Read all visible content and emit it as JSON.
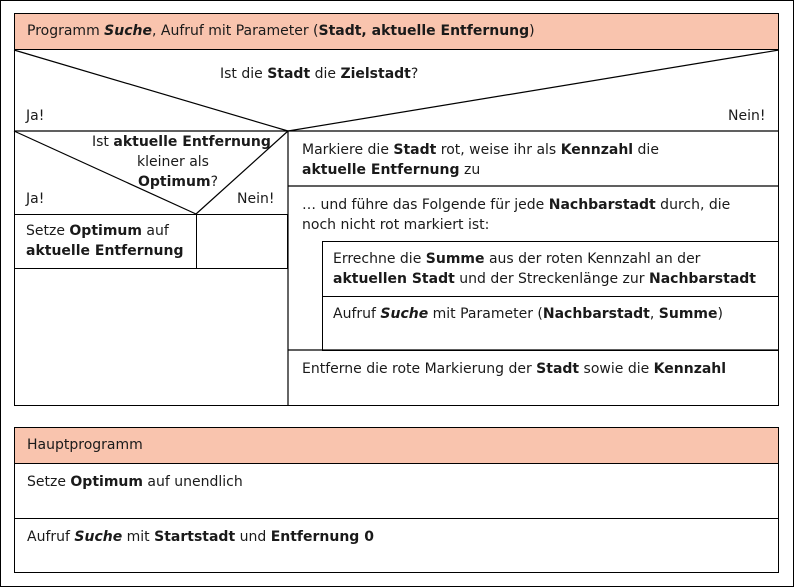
{
  "suche": {
    "header": [
      "Programm ",
      {
        "i": "Suche"
      },
      ", Aufruf mit Parameter (",
      {
        "b": "Stadt, aktuelle Entfernung"
      },
      ")"
    ],
    "cond1": {
      "question": [
        "Ist die ",
        {
          "b": "Stadt"
        },
        " die ",
        {
          "b": "Zielstadt"
        },
        "?"
      ],
      "yes": "Ja!",
      "no": "Nein!"
    },
    "cond2": {
      "line1": [
        "Ist ",
        {
          "b": "aktuelle Entfernung"
        }
      ],
      "line2": [
        "kleiner als"
      ],
      "line3": [
        {
          "b": "Optimum"
        },
        "?"
      ],
      "yes": "Ja!",
      "no": "Nein!"
    },
    "set_optimum": {
      "line1": [
        "Setze ",
        {
          "b": "Optimum"
        },
        " auf"
      ],
      "line2": [
        {
          "b": "aktuelle Entfernung"
        }
      ]
    },
    "markiere": {
      "line1": [
        "Markiere die ",
        {
          "b": "Stadt"
        },
        " rot, weise ihr als ",
        {
          "b": "Kennzahl"
        },
        " die"
      ],
      "line2": [
        {
          "b": "aktuelle Entfernung"
        },
        " zu"
      ]
    },
    "loop": {
      "line1": [
        "… und führe das Folgende für jede ",
        {
          "b": "Nachbarstadt"
        },
        " durch, die"
      ],
      "line2": [
        "noch nicht rot markiert ist:"
      ]
    },
    "errechne": {
      "line1": [
        "Errechne die ",
        {
          "b": "Summe"
        },
        " aus der roten Kennzahl an der"
      ],
      "line2": [
        {
          "b": "aktuellen Stadt"
        },
        " und der Streckenlänge zur ",
        {
          "b": "Nachbarstadt"
        }
      ]
    },
    "aufruf": [
      "Aufruf ",
      {
        "i": "Suche"
      },
      " mit Parameter (",
      {
        "b": "Nachbarstadt"
      },
      ", ",
      {
        "b": "Summe"
      },
      ")"
    ],
    "entferne": [
      "Entferne die rote Markierung der ",
      {
        "b": "Stadt"
      },
      " sowie die ",
      {
        "b": "Kennzahl"
      }
    ]
  },
  "haupt": {
    "header": [
      "Hauptprogramm"
    ],
    "setze": [
      "Setze ",
      {
        "b": "Optimum"
      },
      " auf unendlich"
    ],
    "aufruf": [
      "Aufruf ",
      {
        "i": "Suche"
      },
      " mit ",
      {
        "b": "Startstadt"
      },
      " und ",
      {
        "b": "Entfernung 0"
      }
    ]
  },
  "colors": {
    "header_bg": "#f9c4ae",
    "border": "#000000"
  }
}
